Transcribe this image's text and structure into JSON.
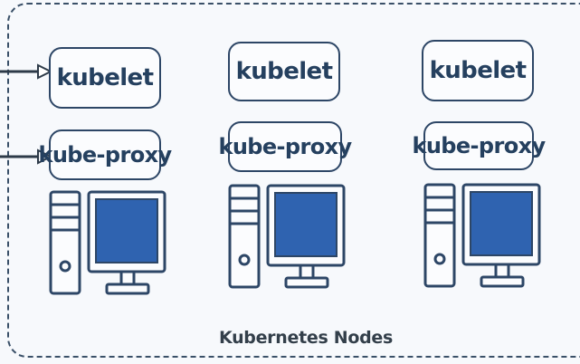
{
  "diagram": {
    "footer_label": "Kubernetes Nodes",
    "nodes": [
      {
        "kubelet_label": "kubelet",
        "proxy_label": "kube-proxy"
      },
      {
        "kubelet_label": "kubelet",
        "proxy_label": "kube-proxy"
      },
      {
        "kubelet_label": "kubelet",
        "proxy_label": "kube-proxy"
      }
    ],
    "colors": {
      "outline": "#2d4666",
      "screen": "#2f63b0",
      "boundary": "#3a5068",
      "background": "#f7f9fc"
    },
    "icons": [
      "arrow-icon",
      "computer-icon"
    ]
  }
}
